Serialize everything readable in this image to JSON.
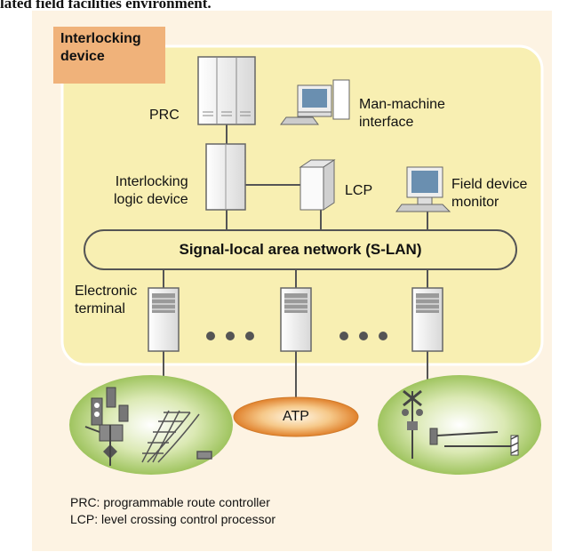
{
  "cut_title": "lated field facilities environment.",
  "interlocking_device_label": "Interlocking\ndevice",
  "labels": {
    "prc": "PRC",
    "man_machine": "Man-machine\ninterface",
    "interlocking_logic": "Interlocking\nlogic device",
    "lcp": "LCP",
    "field_monitor": "Field device\nmonitor",
    "slan": "Signal-local area network (S-LAN)",
    "electronic_terminal": "Electronic\nterminal",
    "atp": "ATP"
  },
  "notes": [
    "PRC: programmable route controller",
    "LCP: level crossing control processor"
  ],
  "colors": {
    "panel_bg": "#fdf3e3",
    "device_area": "#f8efb2",
    "tag": "#f0b27a",
    "atp": "#e7913a",
    "field_green": "#b7d47c"
  }
}
